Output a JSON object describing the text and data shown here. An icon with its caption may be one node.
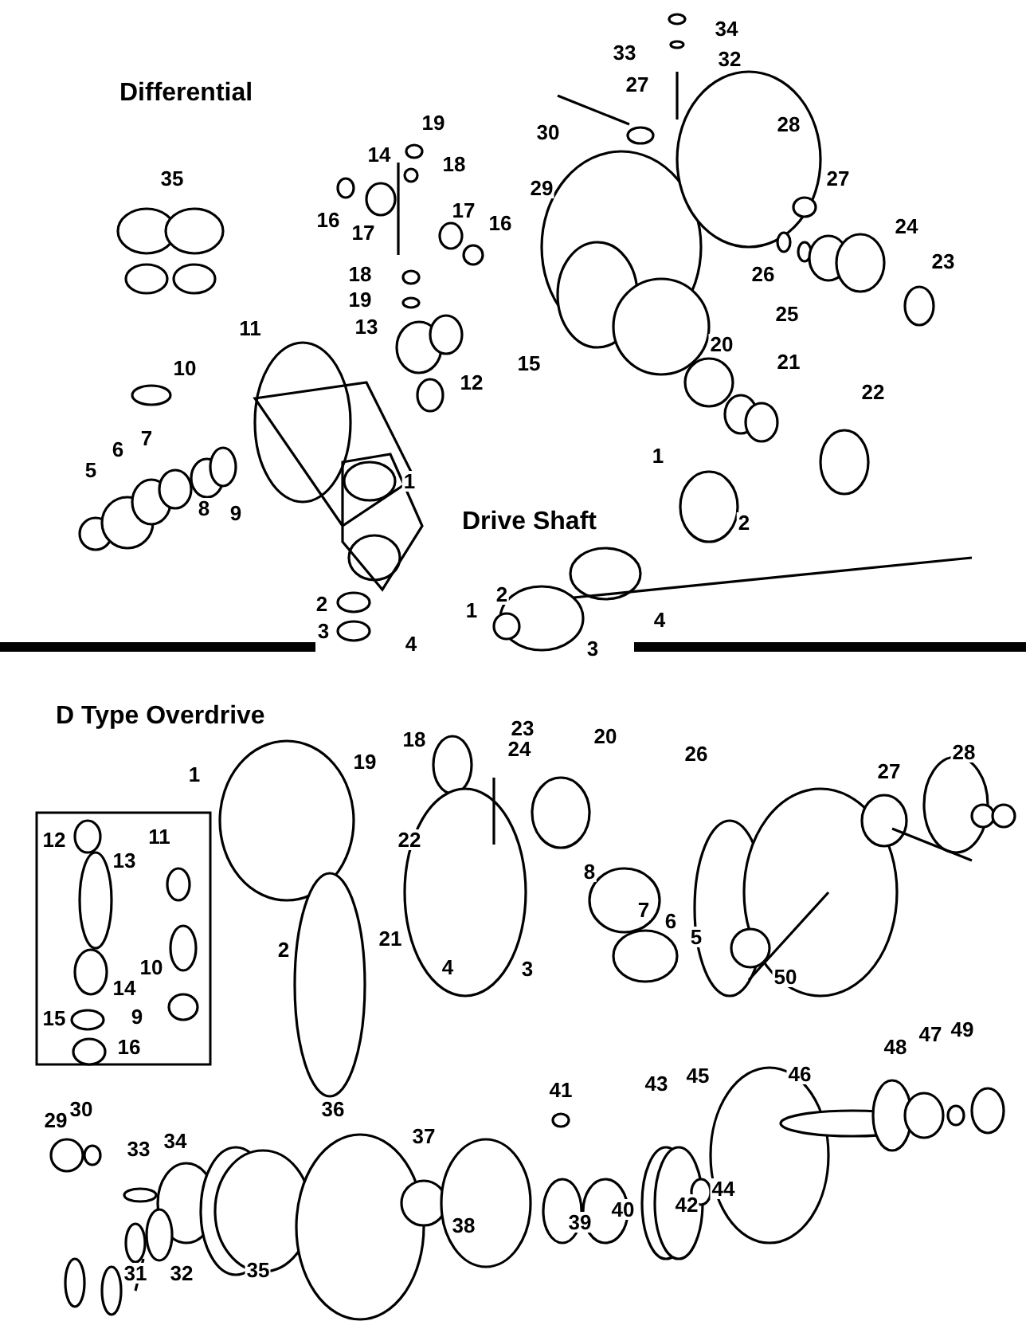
{
  "diagram": {
    "labels": [
      "Differential",
      "34",
      "33",
      "32",
      "27",
      "30",
      "19",
      "14",
      "18",
      "28",
      "35",
      "29",
      "27",
      "16",
      "17",
      "16",
      "17",
      "24",
      "23",
      "18",
      "26",
      "19",
      "25",
      "13",
      "11",
      "20",
      "21",
      "15",
      "10",
      "12",
      "22",
      "7",
      "6",
      "5",
      "1",
      "1",
      "9",
      "8",
      "2",
      "Drive Shaft",
      "4",
      "2",
      "2",
      "1",
      "3",
      "4",
      "3",
      "D Type Overdrive",
      "23",
      "20",
      "18",
      "24",
      "26",
      "28",
      "27",
      "19",
      "1",
      "12",
      "11",
      "22",
      "13",
      "8",
      "7",
      "6",
      "21",
      "5",
      "2",
      "10",
      "4",
      "3",
      "50",
      "14",
      "15",
      "9",
      "16",
      "47",
      "49",
      "48",
      "46",
      "45",
      "43",
      "41",
      "30",
      "29",
      "36",
      "37",
      "33",
      "34",
      "44",
      "42",
      "40",
      "38",
      "39",
      "35",
      "31",
      "32"
    ]
  }
}
